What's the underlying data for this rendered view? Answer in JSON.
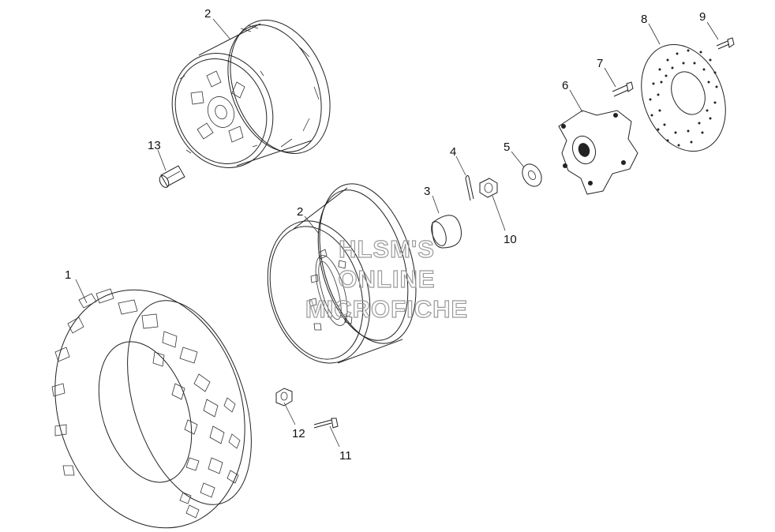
{
  "watermark": {
    "line1": "HLSM'S",
    "line2": "ONLINE",
    "line3": "MICROFICHE"
  },
  "callouts": [
    {
      "id": "callout-1",
      "label": "1"
    },
    {
      "id": "callout-2-top",
      "label": "2"
    },
    {
      "id": "callout-2-mid",
      "label": "2"
    },
    {
      "id": "callout-3",
      "label": "3"
    },
    {
      "id": "callout-4",
      "label": "4"
    },
    {
      "id": "callout-5",
      "label": "5"
    },
    {
      "id": "callout-6",
      "label": "6"
    },
    {
      "id": "callout-7",
      "label": "7"
    },
    {
      "id": "callout-8",
      "label": "8"
    },
    {
      "id": "callout-9",
      "label": "9"
    },
    {
      "id": "callout-10",
      "label": "10"
    },
    {
      "id": "callout-11",
      "label": "11"
    },
    {
      "id": "callout-12",
      "label": "12"
    },
    {
      "id": "callout-13",
      "label": "13"
    }
  ]
}
